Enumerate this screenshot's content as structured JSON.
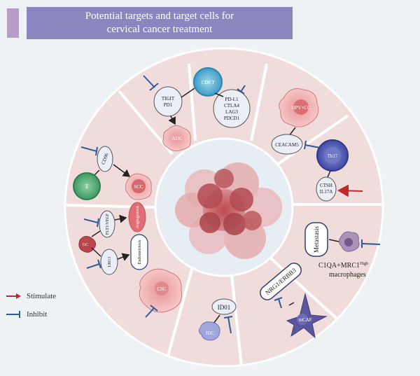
{
  "title": {
    "line1": "Potential targets and target cells for",
    "line2": "cervical cancer treatment"
  },
  "colors": {
    "stimulate": "#c0272d",
    "inhibit": "#2f5a9a",
    "ring": "#f1dcdc",
    "title_bar": "#8a86bf"
  },
  "sectors": {
    "cd8": {
      "cell_label": "CD8 T",
      "targets": [
        "PD-L1",
        "CTLA4",
        "LAG3",
        "PDCD1"
      ],
      "tigit": [
        "TIGIT",
        "PD1"
      ],
      "adc_label": "ADC"
    },
    "hpv": {
      "cell_label": "HPV+CC",
      "target": "CEACAM5"
    },
    "th17": {
      "cell_label": "Th17",
      "targets": [
        "CTSH",
        "IL17A"
      ]
    },
    "macrophage": {
      "target": "Metastasis",
      "caption_main": "C1QA+MRC1",
      "caption_sup": "High",
      "caption_line2": "macrophages"
    },
    "mcaf": {
      "cell_label": "mCAF",
      "target": "NRG1/ERBB3"
    },
    "idc": {
      "cell_label": "IDC",
      "target": "ID01"
    },
    "csc": {
      "cell_label": "CSC"
    },
    "gc": {
      "cell_label": "GC",
      "targets": [
        "FLT1/VEGF",
        "LRG1"
      ],
      "outcomes": [
        "Angiogenesis",
        "Endometriosis"
      ]
    },
    "scc": {
      "cell_label": "SCC",
      "t_label": "T",
      "target": "CD96"
    }
  },
  "legend": {
    "stimulate": "Stimulate",
    "inhibit": "Inhibit"
  }
}
